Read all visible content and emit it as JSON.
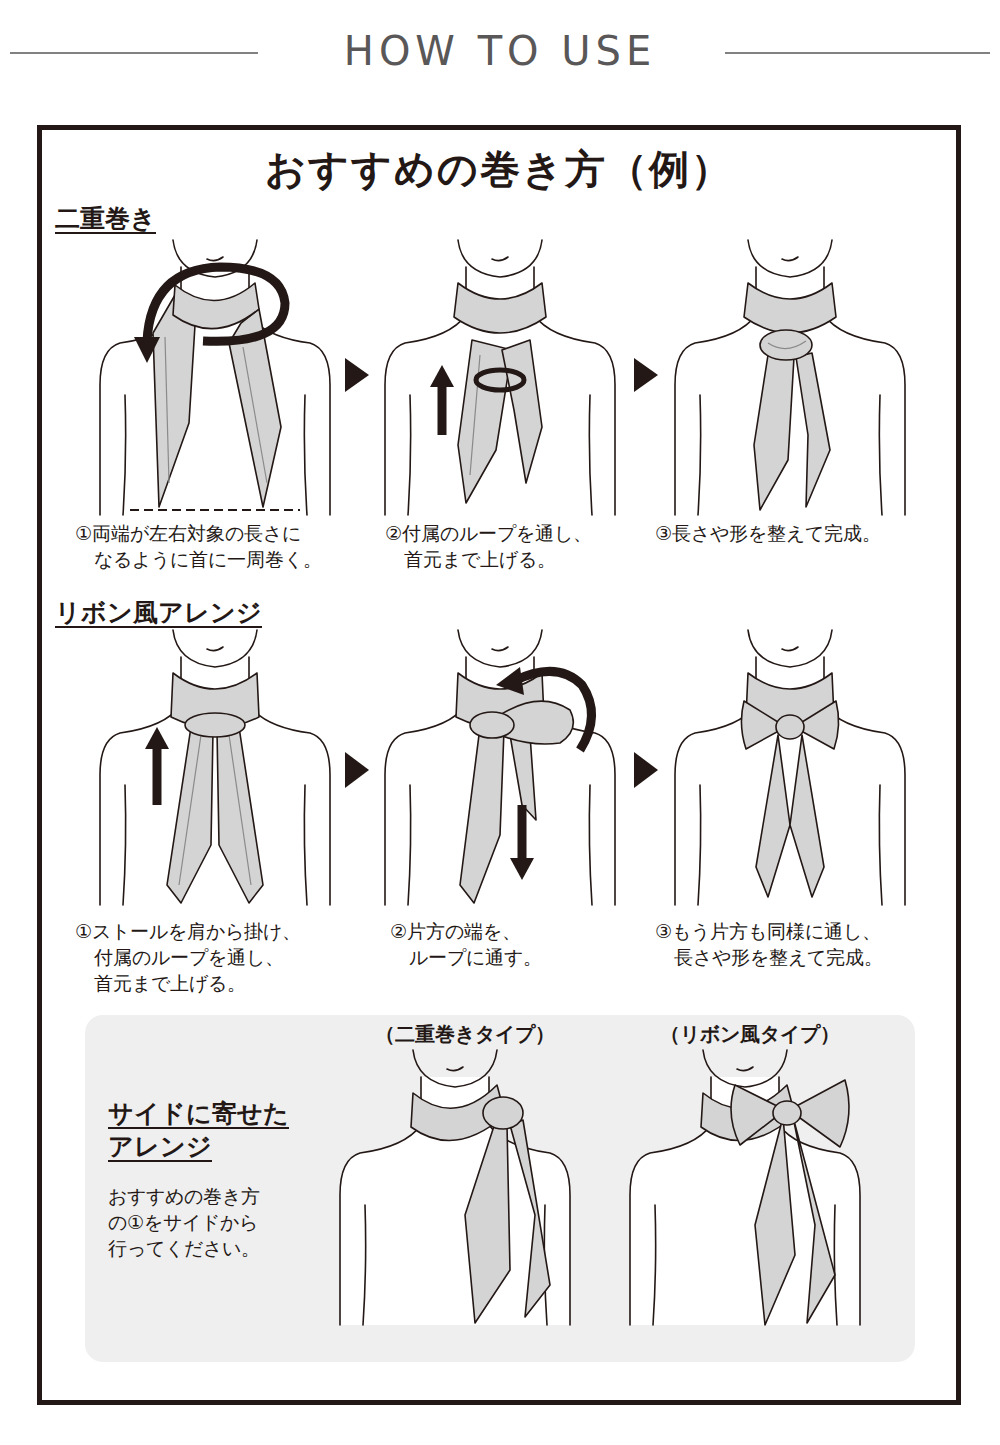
{
  "diagram": {
    "title": "HOW TO USE",
    "nodes": [
      {
        "text": [
          "おすすめの巻き方（例）"
        ]
      },
      {
        "text": [
          "サイドに寄せた アレンジ",
          "おすすめの巻き方 の①をサイドから 行ってください。"
        ],
        "in": 0
      }
    ],
    "labels": [
      "二重巻き",
      "①両端が左右対象の長さに なるように首に一周巻く。",
      "②付属のループを通し、 首元まで上げる。",
      "③長さや形を整えて完成。",
      "リボン風アレンジ",
      "①ストールを肩から掛け、 付属のループを通し、 首元まで上げる。",
      "②片方の端を、 ループに通す。",
      "③もう片方も同様に通し、 長さや形を整えて完成。",
      "（二重巻きタイプ）",
      "（リボン風タイプ）"
    ]
  }
}
